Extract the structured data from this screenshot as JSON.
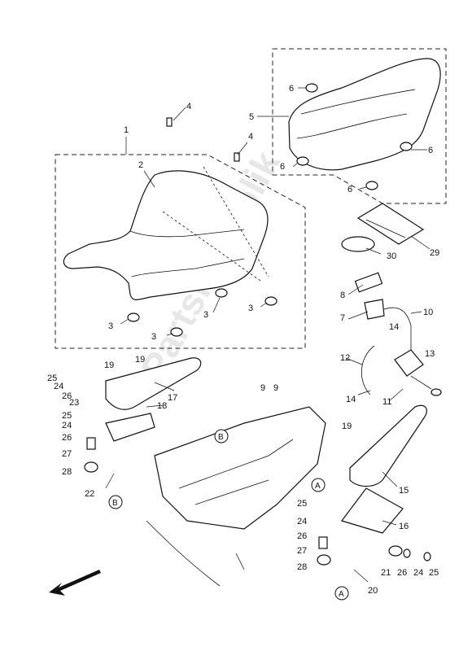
{
  "watermark": "PartsRepublik",
  "callouts": [
    "1",
    "2",
    "3",
    "4",
    "5",
    "6",
    "7",
    "8",
    "9",
    "10",
    "11",
    "12",
    "13",
    "14",
    "15",
    "16",
    "17",
    "18",
    "19",
    "20",
    "21",
    "22",
    "23",
    "24",
    "25",
    "26",
    "27",
    "28",
    "29",
    "30"
  ],
  "reference_marks": [
    "A",
    "B"
  ],
  "arrow": "front-direction-arrow"
}
